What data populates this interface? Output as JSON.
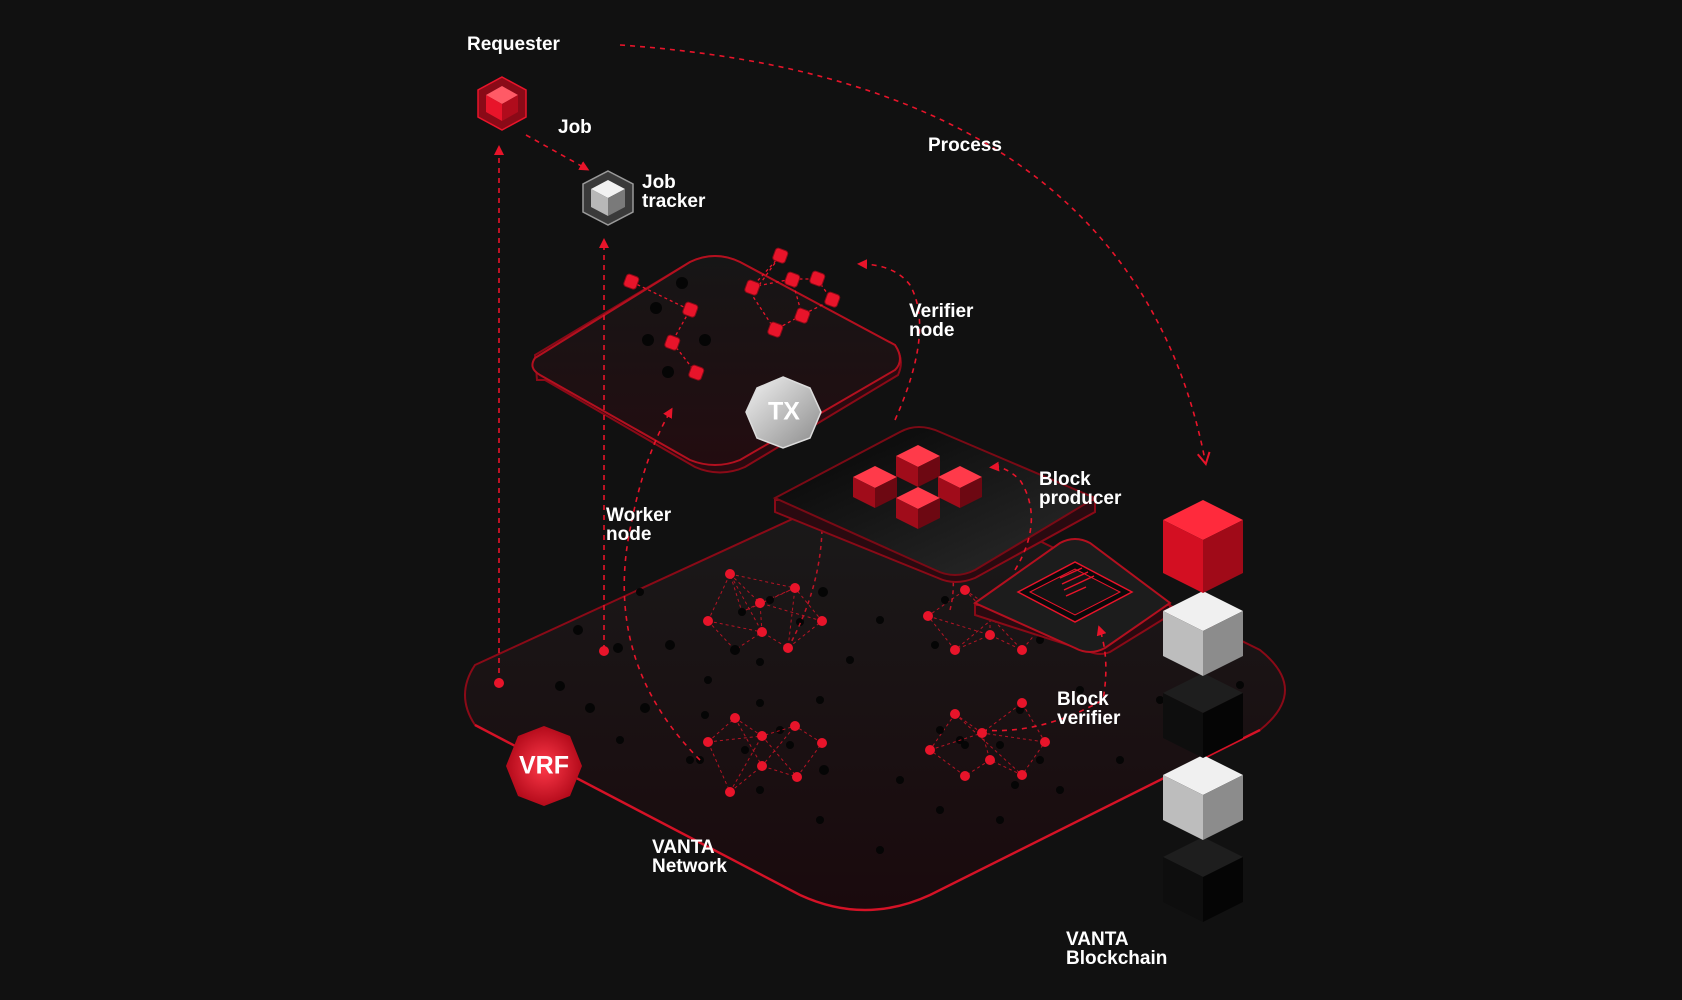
{
  "diagram": {
    "labels": {
      "requester": "Requester",
      "job": "Job",
      "job_tracker_1": "Job",
      "job_tracker_2": "tracker",
      "process": "Process",
      "verifier_1": "Verifier",
      "verifier_2": "node",
      "worker_1": "Worker",
      "worker_2": "node",
      "block_producer_1": "Block",
      "block_producer_2": "producer",
      "block_verifier_1": "Block",
      "block_verifier_2": "verifier",
      "vanta_network_1": "VANTA",
      "vanta_network_2": "Network",
      "vanta_blockchain_1": "VANTA",
      "vanta_blockchain_2": "Blockchain"
    },
    "badges": {
      "tx": "TX",
      "vrf": "VRF"
    },
    "colors": {
      "background": "#111111",
      "accent_red": "#e8142a",
      "dark_red": "#8a0a17",
      "silver": "#c9c9c9",
      "label": "#ffffff"
    },
    "icons": {
      "requester": "red-cube-icon",
      "job_tracker": "silver-cube-icon",
      "block_producer": "red-cubes-icon",
      "block_verifier": "chip-icon",
      "blockchain": "stacked-cubes-icon"
    }
  }
}
